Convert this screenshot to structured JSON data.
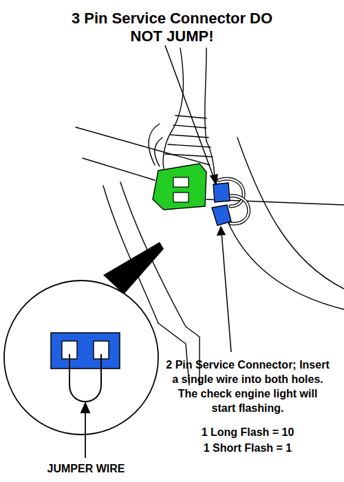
{
  "diagram": {
    "title": "3 Pin Service Connector DO NOT JUMP!",
    "labels": [
      "2 Pin Service Connector; Insert a single wire into both holes. The check engine light will start flashing.",
      "1 Long Flash = 10",
      "1 Short Flash = 1",
      "JUMPER WIRE"
    ]
  }
}
